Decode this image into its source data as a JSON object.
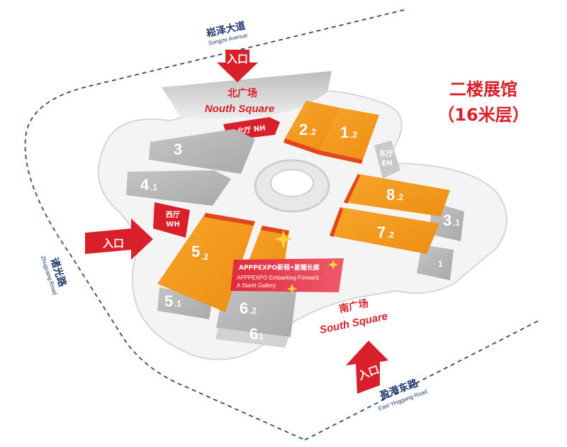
{
  "floor_title": {
    "line1": "二楼展馆",
    "line2": "（16米层）"
  },
  "roads": {
    "north": {
      "cn": "崧泽大道",
      "en": "Songze Avenue"
    },
    "west": {
      "cn": "诸光路",
      "en": "Zhuguang Road"
    },
    "south": {
      "cn": "盈港东路",
      "en": "East Yinggang Road"
    }
  },
  "squares": {
    "north": {
      "cn": "北广场",
      "en": "Nouth Square"
    },
    "south": {
      "cn": "南广场",
      "en": "South Square"
    }
  },
  "entrances": {
    "label": "入口"
  },
  "lobbies": {
    "north": "北厅 NH",
    "west_cn": "西厅",
    "west_en": "WH",
    "east_cn": "东厅",
    "east_en": "EH"
  },
  "halls": {
    "h2_2": {
      "num": "2",
      "sub": ".2"
    },
    "h1_2": {
      "num": "1",
      "sub": ".2"
    },
    "h8_2": {
      "num": "8",
      "sub": ".2"
    },
    "h7_2": {
      "num": "7",
      "sub": ".2"
    },
    "h5_2": {
      "num": "5",
      "sub": ".2"
    },
    "h6_2": {
      "num": "6",
      "sub": ".2"
    },
    "h3": {
      "num": "3",
      "sub": ""
    },
    "h4_1": {
      "num": "4",
      "sub": ".1"
    },
    "h3_1": {
      "num": "3",
      "sub": ".1"
    },
    "h2_1": {
      "num": "",
      "sub": "1"
    },
    "h5_1": {
      "num": "5",
      "sub": ".1"
    },
    "h6_1": {
      "num": "6",
      "sub": ".1"
    }
  },
  "gallery": {
    "cn": "APPPEXPO新程•星耀长廊",
    "en1": "APPPEXPO Embarking Forward ·",
    "en2": "A Starlit Gallery"
  },
  "colors": {
    "orange": "#f39a1e",
    "red": "#d8202a",
    "gray": "#b9b9b9",
    "navy": "#1f3a6e",
    "gallery": "#e6344a"
  }
}
